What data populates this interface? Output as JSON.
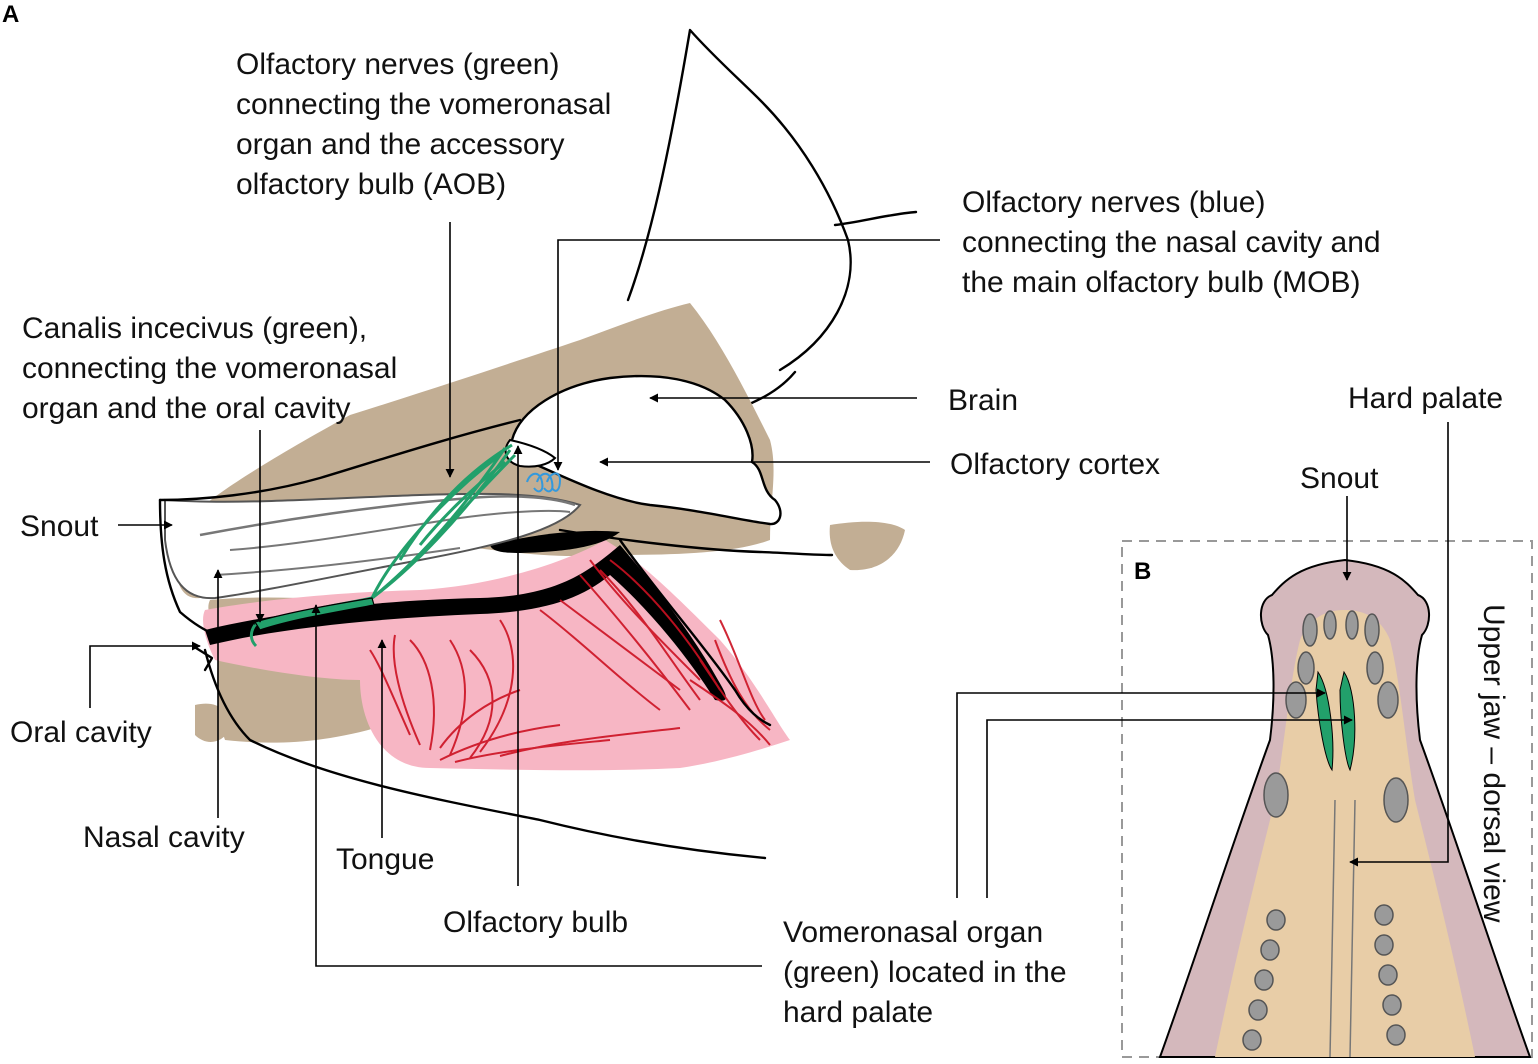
{
  "panels": {
    "a": "A",
    "b": "B"
  },
  "labels": {
    "aob_nerves": [
      "Olfactory nerves (green)",
      "connecting the vomeronasal",
      "organ and the accessory",
      "olfactory bulb (AOB)"
    ],
    "mob_nerves": [
      "Olfactory nerves (blue)",
      "connecting the nasal cavity and",
      "the main olfactory bulb (MOB)"
    ],
    "canalis": [
      "Canalis incecivus (green),",
      "connecting the vomeronasal",
      "organ and the oral cavity"
    ],
    "brain": "Brain",
    "olfactory_cortex": "Olfactory cortex",
    "snout": "Snout",
    "oral_cavity": "Oral cavity",
    "nasal_cavity": "Nasal cavity",
    "tongue": "Tongue",
    "olfactory_bulb": "Olfactory bulb",
    "vomeronasal": [
      "Vomeronasal organ",
      "(green) located in the",
      "hard palate"
    ],
    "hard_palate": "Hard palate",
    "snout_b": "Snout",
    "upper_jaw": "Upper jaw – dorsal view"
  },
  "colors": {
    "bone": "#c2ae94",
    "palate_pink": "#f7b6c4",
    "muscle_red": "#cc1122",
    "nerve_green": "#22a06b",
    "nerve_blue": "#3399dd",
    "dorsal_skin": "#d4b8bc",
    "dorsal_palate": "#e8cda7",
    "teeth_gray": "#9a9a9a",
    "frame_gray": "#999999"
  }
}
